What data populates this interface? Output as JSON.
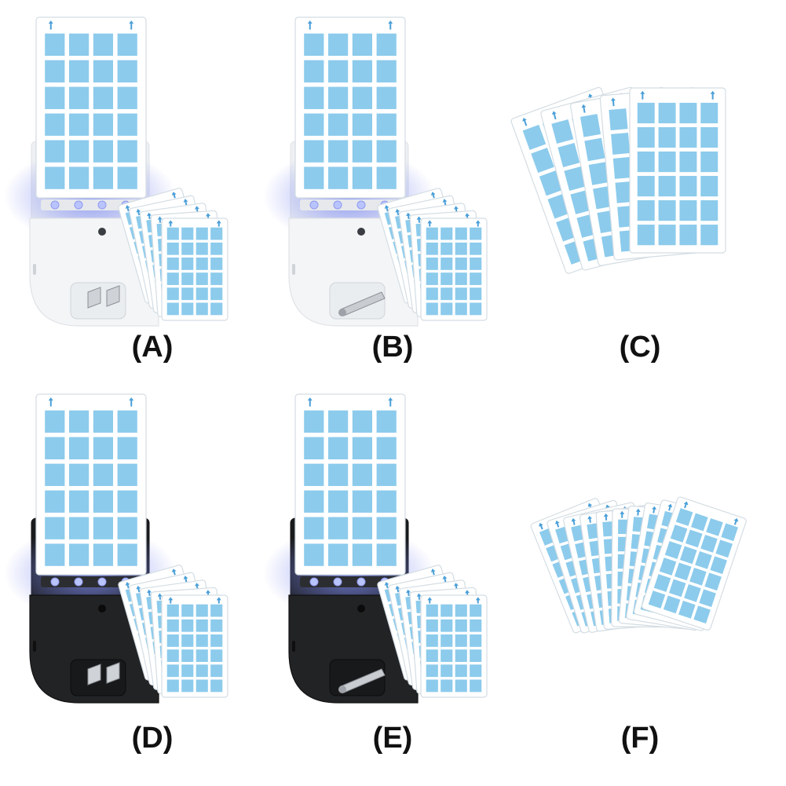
{
  "panels": [
    {
      "id": "A",
      "label": "(A)",
      "device": "us-plug-flat",
      "housing_color": "white"
    },
    {
      "id": "B",
      "label": "(B)",
      "device": "eu-plug-round",
      "housing_color": "white"
    },
    {
      "id": "C",
      "label": "(C)",
      "device": "none",
      "refill_cards": 5
    },
    {
      "id": "D",
      "label": "(D)",
      "device": "us-plug-flat",
      "housing_color": "black"
    },
    {
      "id": "E",
      "label": "(E)",
      "device": "eu-plug-round",
      "housing_color": "black"
    },
    {
      "id": "F",
      "label": "(F)",
      "device": "none",
      "refill_cards": 10
    }
  ],
  "colors": {
    "glue_square": "#8ccbec",
    "card": "#ffffff",
    "card_edge": "#d4dde3",
    "uv_glow": "#7f8cf0",
    "housing_white": "#f4f5f7",
    "housing_black": "#222325",
    "arrow": "#4a9fd8"
  },
  "icons": [
    "uv-light-icon",
    "plug-prong-icon",
    "arrow-up-icon"
  ]
}
